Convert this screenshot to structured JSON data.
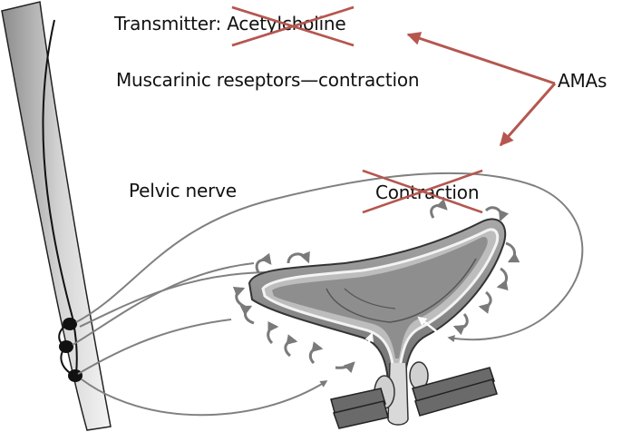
{
  "labels": {
    "transmitter_prefix": "Transmitter: ",
    "transmitter_name": "Acetylcholine",
    "receptors": "Muscarinic reseptors—contraction",
    "amas": "AMAs",
    "pelvic_nerve": "Pelvic nerve",
    "contraction": "Contraction"
  },
  "colors": {
    "antagonist_arrow": "#b5574f",
    "nerve_line": "#808080",
    "cord_dark": "#9a9a9a",
    "cord_light": "#efefef",
    "bladder_fill": "#8a8a8a",
    "muscle_band": "#6a6a6a"
  }
}
